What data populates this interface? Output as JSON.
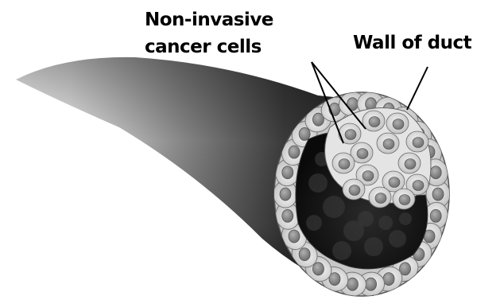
{
  "labels": {
    "cancer_cells_line1": "Non-invasive",
    "cancer_cells_line2": "cancer cells",
    "duct_wall": "Wall of duct"
  },
  "colors": {
    "tube_dark": "#1e1e1e",
    "tube_mid": "#6e6e6e",
    "tube_light": "#f2f2f2",
    "wall_cell": "#cfcfcf",
    "cell_nucleus": "#8e8e8e",
    "lumen": "#141414",
    "cancer_cell": "#eaeaea"
  }
}
